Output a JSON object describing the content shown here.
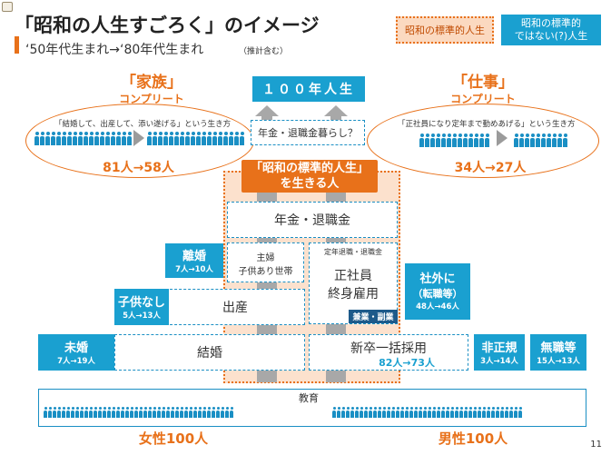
{
  "header": {
    "title": "「昭和の人生すごろく」のイメージ",
    "subtitle": "‘50年代生まれ→‘80年代生まれ",
    "subtitle_note": "（推計含む）"
  },
  "legend": {
    "standard": "昭和の標準的人生",
    "non_standard": "昭和の標準的\nではない(?)人生"
  },
  "family": {
    "heading": "「家族」",
    "subheading": "コンプリート",
    "caption": "「結婚して、出産して、添い遂げる」という生き方",
    "count": "81人→58人"
  },
  "work": {
    "heading": "「仕事」",
    "subheading": "コンプリート",
    "caption": "「正社員になり定年まで勤めあげる」という生き方",
    "count": "34人→27人"
  },
  "center": {
    "goal": "１００年人生",
    "pension_life": "年金・退職金暮らし？",
    "standard_life": "「昭和の標準的人生」\nを生きる人",
    "pension": "年金・退職金",
    "housewife_line1": "主婦",
    "housewife_line2": "子供あり世帯",
    "retire_note": "定年退職・退職金",
    "regular_line1": "正社員",
    "regular_line2": "終身雇用",
    "side_job": "兼業・副業",
    "birth": "出産",
    "marriage": "結婚",
    "new_grad": "新卒一括採用",
    "new_grad_count": "82人→73人",
    "education": "教育"
  },
  "badges": {
    "divorce": {
      "label": "離婚",
      "count": "7人→10人"
    },
    "childless": {
      "label": "子供なし",
      "count": "5人→13人"
    },
    "unmarried": {
      "label": "未婚",
      "count": "7人→19人"
    },
    "job_change": {
      "label": "社外に",
      "label2": "（転職等）",
      "count": "48人→46人"
    },
    "nonregular": {
      "label": "非正規",
      "count": "3人→14人"
    },
    "jobless": {
      "label": "無職等",
      "count": "15人→13人"
    }
  },
  "footer": {
    "women": "女性100人",
    "men": "男性100人",
    "page": "11"
  },
  "colors": {
    "orange": "#e8711a",
    "blue": "#1aa0d0",
    "navy": "#1d5a8a",
    "grey_arrow": "#a8a8a8",
    "peach": "#fce1cd"
  }
}
